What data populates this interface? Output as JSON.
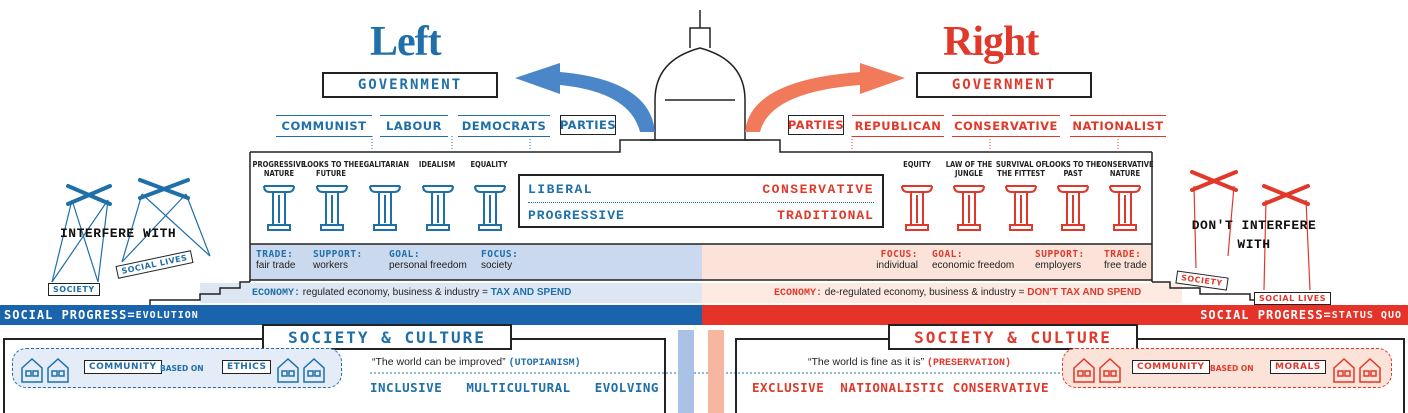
{
  "left": {
    "title": "Left",
    "government": "GOVERNMENT",
    "parties_label": "PARTIES",
    "parties": [
      "COMMUNIST",
      "LABOUR",
      "DEMOCRATS"
    ],
    "pillars": [
      "PROGRESSIVE NATURE",
      "LOOKS TO THE FUTURE",
      "EGALITARIAN",
      "IDEALISM",
      "EQUALITY"
    ],
    "ideology": [
      "LIBERAL",
      "PROGRESSIVE"
    ],
    "band": [
      {
        "key": "TRADE:",
        "value": "fair trade"
      },
      {
        "key": "SUPPORT:",
        "value": "workers"
      },
      {
        "key": "GOAL:",
        "value": "personal freedom"
      },
      {
        "key": "FOCUS:",
        "value": "society"
      }
    ],
    "economy_key": "ECONOMY:",
    "economy_text": "regulated economy, business & industry =",
    "economy_emph": "TAX AND SPEND",
    "interfere": "INTERFERE WITH",
    "society_tag": "SOCIETY",
    "social_lives_tag": "SOCIAL LIVES",
    "social_progress": "SOCIAL PROGRESS=",
    "social_progress_val": "EVOLUTION",
    "society_culture": "SOCIETY & CULTURE",
    "community": "COMMUNITY",
    "based_on": "BASED ON",
    "basis": "ETHICS",
    "quote": "“The world can be improved”",
    "quote_tag": "(UTOPIANISM)",
    "traits": [
      "INCLUSIVE",
      "MULTICULTURAL",
      "EVOLVING"
    ]
  },
  "right": {
    "title": "Right",
    "government": "GOVERNMENT",
    "parties_label": "PARTIES",
    "parties": [
      "REPUBLICAN",
      "CONSERVATIVE",
      "NATIONALIST"
    ],
    "pillars": [
      "EQUITY",
      "LAW OF THE JUNGLE",
      "SURVIVAL OF THE FITTEST",
      "LOOKS TO THE PAST",
      "CONSERVATIVE NATURE"
    ],
    "ideology": [
      "CONSERVATIVE",
      "TRADITIONAL"
    ],
    "band": [
      {
        "key": "FOCUS:",
        "value": "individual"
      },
      {
        "key": "GOAL:",
        "value": "economic freedom"
      },
      {
        "key": "SUPPORT:",
        "value": "employers"
      },
      {
        "key": "TRADE:",
        "value": "free trade"
      }
    ],
    "economy_key": "ECONOMY:",
    "economy_text": "de-regulated economy, business & industry =",
    "economy_emph": "DON'T TAX AND SPEND",
    "interfere": "DON'T INTERFERE WITH",
    "society_tag": "SOCIETY",
    "social_lives_tag": "SOCIAL LIVES",
    "social_progress": "SOCIAL PROGRESS=",
    "social_progress_val": "STATUS QUO",
    "society_culture": "SOCIETY & CULTURE",
    "community": "COMMUNITY",
    "based_on": "BASED ON",
    "basis": "MORALS",
    "quote": "“The world is fine as it is”",
    "quote_tag": "(PRESERVATION)",
    "traits": [
      "EXCLUSIVE",
      "NATIONALISTIC",
      "CONSERVATIVE"
    ]
  },
  "colors": {
    "left": "#1f6fa8",
    "right": "#e0392b",
    "left_light": "#cfdcef",
    "right_light": "#fbe1d7"
  }
}
